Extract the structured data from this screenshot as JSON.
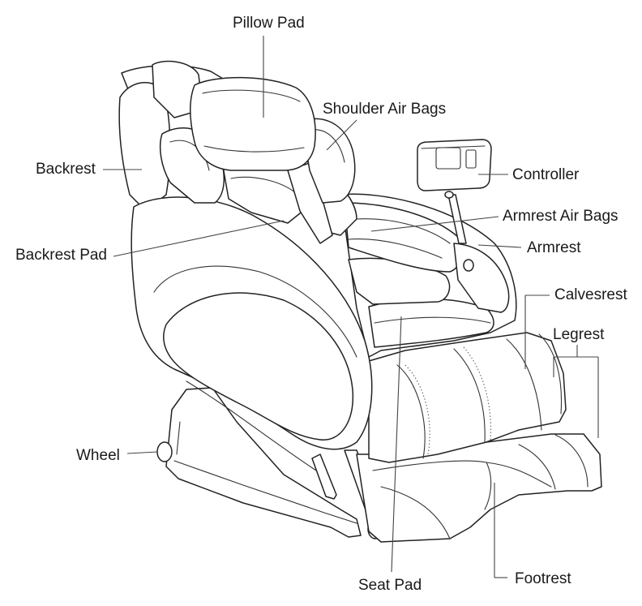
{
  "labels": {
    "pillow_pad": "Pillow Pad",
    "shoulder_air_bags": "Shoulder Air Bags",
    "backrest": "Backrest",
    "controller": "Controller",
    "armrest_air_bags": "Armrest Air Bags",
    "armrest": "Armrest",
    "backrest_pad": "Backrest Pad",
    "calvesrest": "Calvesrest",
    "legrest": "Legrest",
    "wheel": "Wheel",
    "seat_pad": "Seat Pad",
    "footrest": "Footrest"
  },
  "colors": {
    "line": "#222222",
    "text": "#1a1a1a",
    "background": "#ffffff"
  }
}
